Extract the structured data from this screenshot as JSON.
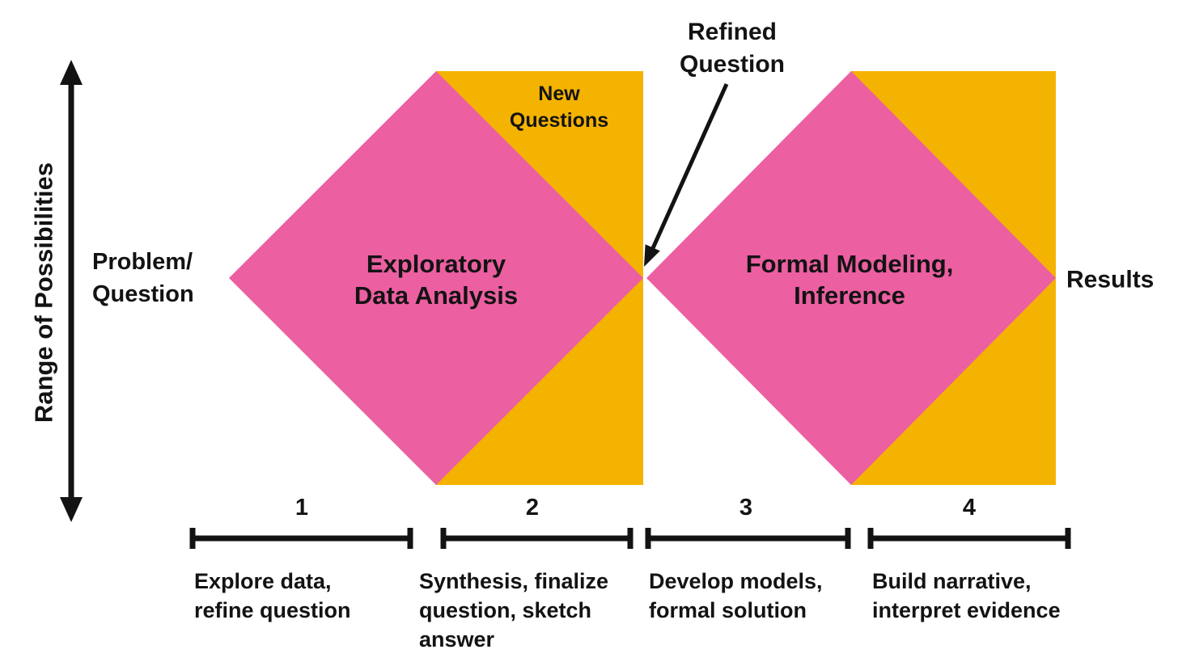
{
  "colors": {
    "pink": "#EC5FA1",
    "gold": "#F4B301",
    "ink": "#131313",
    "background": "#FFFFFF"
  },
  "axis": {
    "label": "Range of Possibilities"
  },
  "flow": {
    "input_label": "Problem/\nQuestion",
    "output_label": "Results"
  },
  "diamonds": [
    {
      "label": "Exploratory\nData Analysis"
    },
    {
      "label": "Formal Modeling,\nInference"
    }
  ],
  "callouts": {
    "new_questions": "New\nQuestions",
    "refined_question": "Refined\nQuestion"
  },
  "phases": [
    {
      "number": "1",
      "description": "Explore data,\nrefine question"
    },
    {
      "number": "2",
      "description": "Synthesis, finalize\nquestion, sketch\nanswer"
    },
    {
      "number": "3",
      "description": "Develop models,\nformal solution"
    },
    {
      "number": "4",
      "description": "Build narrative,\ninterpret evidence"
    }
  ]
}
